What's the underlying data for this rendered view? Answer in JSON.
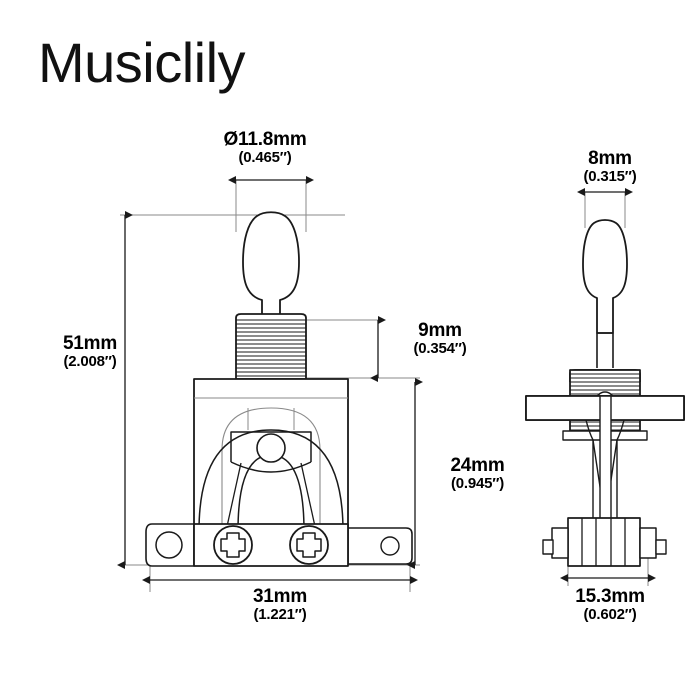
{
  "brand": {
    "name": "Musiclily"
  },
  "drawing": {
    "title": "Guitar toggle switch dimensioned technical drawing",
    "line_color": "#1a1a1a",
    "thin_line_color": "#7a7a7a",
    "fill_color": "#ffffff",
    "views": [
      {
        "name": "front-view",
        "label": "front"
      },
      {
        "name": "side-view",
        "label": "side"
      }
    ]
  },
  "dimensions": {
    "knob_diameter": {
      "mm": "Ø11.8mm",
      "inch": "(0.465″)",
      "value_mm": 11.8,
      "value_in": 0.465,
      "view": "front",
      "orientation": "horizontal"
    },
    "total_height": {
      "mm": "51mm",
      "inch": "(2.008″)",
      "value_mm": 51,
      "value_in": 2.008,
      "view": "front",
      "orientation": "vertical"
    },
    "thread_length": {
      "mm": "9mm",
      "inch": "(0.354″)",
      "value_mm": 9,
      "value_in": 0.354,
      "view": "front",
      "orientation": "vertical"
    },
    "body_height": {
      "mm": "24mm",
      "inch": "(0.945″)",
      "value_mm": 24,
      "value_in": 0.945,
      "view": "front",
      "orientation": "vertical"
    },
    "plate_width": {
      "mm": "31mm",
      "inch": "(1.221″)",
      "value_mm": 31,
      "value_in": 1.221,
      "view": "front",
      "orientation": "horizontal"
    },
    "knob_width_side": {
      "mm": "8mm",
      "inch": "(0.315″)",
      "value_mm": 8,
      "value_in": 0.315,
      "view": "side",
      "orientation": "horizontal"
    },
    "terminal_width": {
      "mm": "15.3mm",
      "inch": "(0.602″)",
      "value_mm": 15.3,
      "value_in": 0.602,
      "view": "side",
      "orientation": "horizontal"
    }
  }
}
